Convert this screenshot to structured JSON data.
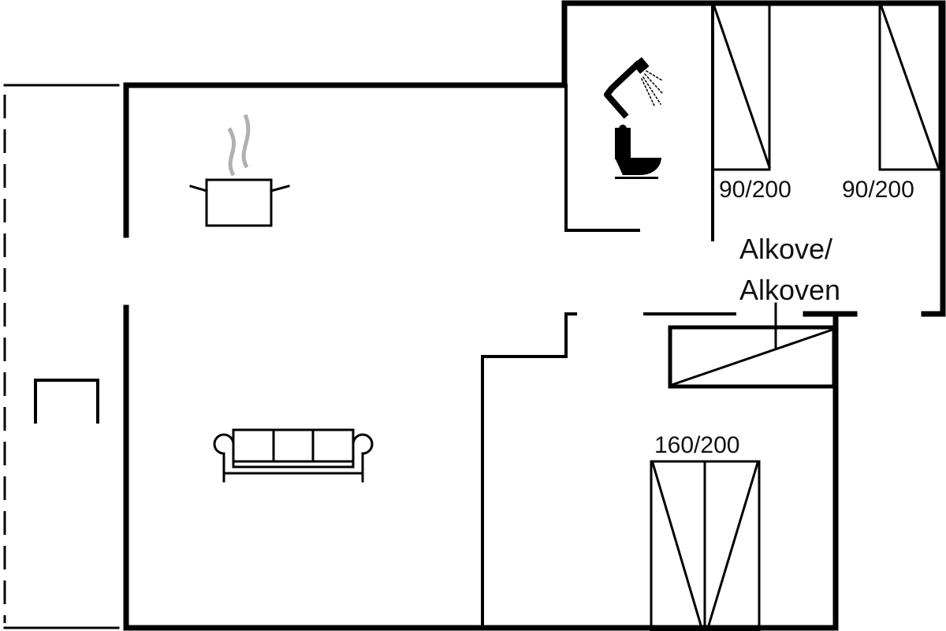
{
  "labels": {
    "bed_single_1": "90/200",
    "bed_single_2": "90/200",
    "room_alkove_line1": "Alkove/",
    "room_alkove_line2": "Alkoven",
    "bed_double": "160/200"
  },
  "colors": {
    "wall": "#000000",
    "steam": "#b0b0b0",
    "background": "#ffffff"
  }
}
